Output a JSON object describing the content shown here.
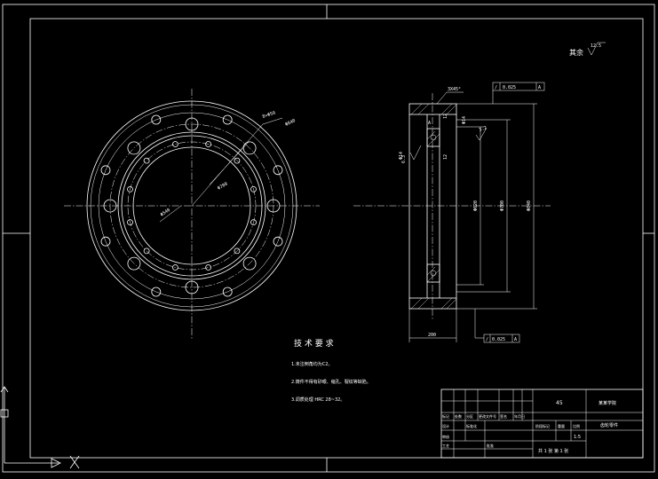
{
  "surface_finish_note": "其余",
  "surface_finish_value": "12.5",
  "chamfer_note": "3X45°",
  "tolerance_top": "0.025",
  "tolerance_top_datum": "A",
  "tolerance_bottom": "0.025",
  "tolerance_bottom_datum": "A",
  "roughness_left": "6.3",
  "roughness_top": "3.2",
  "face_width_dim": "200",
  "tech_requirements": {
    "title": "技 术 要 求",
    "items": [
      "1.未注倒角均为C2。",
      "2.铸件不得有砂眼、缩孔、裂纹等缺陷。",
      "3.调质处理 HRC 28~32。"
    ]
  },
  "title_block": {
    "material": "45",
    "school": "某某学院",
    "part_name": "齿轮零件",
    "scale": "1:5",
    "sheet": "共 1 张 第 1 张",
    "labels": {
      "mark": "标记",
      "count": "处数",
      "zone": "分区",
      "change_doc": "更改文件号",
      "signature": "签名",
      "date": "年月日",
      "design": "设计",
      "standardize": "标准化",
      "check": "审核",
      "process": "工艺",
      "approve": "批准",
      "stage_mark": "阶段标记",
      "weight": "重量",
      "scale_label": "比例"
    }
  }
}
